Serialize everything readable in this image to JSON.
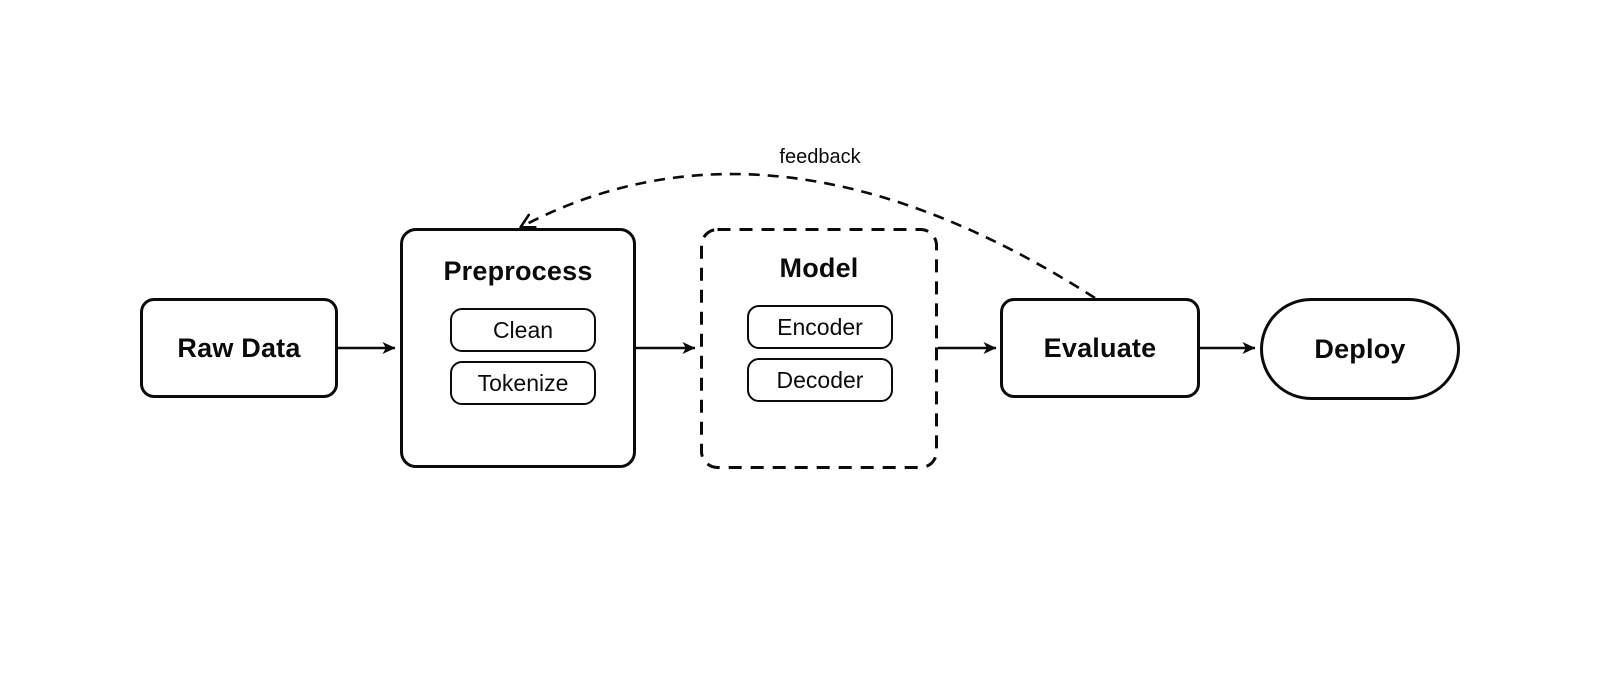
{
  "colors": {
    "background": "#ffffff",
    "stroke": "#0b0b0b",
    "text": "#0b0b0b"
  },
  "nodes": {
    "raw_data": {
      "label": "Raw Data",
      "shape": "rounded-rectangle",
      "border": "solid"
    },
    "preprocess": {
      "label": "Preprocess",
      "shape": "rounded-rectangle",
      "border": "solid",
      "children": [
        {
          "label": "Clean"
        },
        {
          "label": "Tokenize"
        }
      ]
    },
    "model": {
      "label": "Model",
      "shape": "rounded-rectangle",
      "border": "dashed",
      "children": [
        {
          "label": "Encoder"
        },
        {
          "label": "Decoder"
        }
      ]
    },
    "evaluate": {
      "label": "Evaluate",
      "shape": "rounded-rectangle",
      "border": "solid"
    },
    "deploy": {
      "label": "Deploy",
      "shape": "stadium",
      "border": "solid"
    }
  },
  "edges": {
    "flow": [
      {
        "from": "raw_data",
        "to": "preprocess",
        "style": "solid-arrow"
      },
      {
        "from": "preprocess",
        "to": "model",
        "style": "solid-arrow"
      },
      {
        "from": "model",
        "to": "evaluate",
        "style": "solid-arrow"
      },
      {
        "from": "evaluate",
        "to": "deploy",
        "style": "solid-arrow"
      }
    ],
    "feedback": {
      "from": "evaluate",
      "to": "preprocess",
      "style": "dashed-curved-arrow",
      "label": "feedback"
    }
  }
}
